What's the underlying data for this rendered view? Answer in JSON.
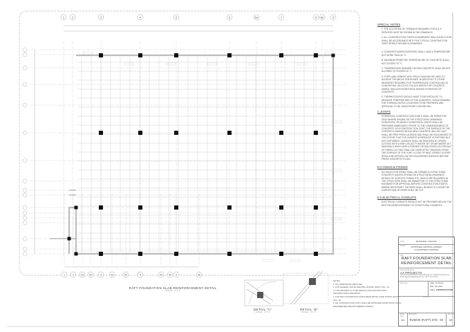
{
  "drawing": {
    "title": "RAFT FOUNDATION SLAB REINFORCEMENT DETAIL",
    "scale": "SCALE - N.T.S",
    "top_grid": [
      "1",
      "2",
      "3",
      "4",
      "5",
      "6",
      "6a",
      "7",
      "8",
      "8a",
      "9"
    ],
    "bottom_grid": [
      "1",
      "2",
      "2a",
      "2b",
      "3",
      "3a",
      "3b",
      "4",
      "4a",
      "4b",
      "5",
      "5a"
    ]
  },
  "details": [
    {
      "label": "DETAIL \"A\"",
      "scale": "SCALE - N.T.S"
    },
    {
      "label": "DETAIL \"B\"",
      "scale": "SCALE - N.T.S"
    }
  ],
  "general_notes": {
    "heading": "NOTES:",
    "items": [
      "1. ALL DIMENSIONS ARE IN MM.",
      "2. FOR GENERAL NOTES SEE DRG. RUWOK (RAFT) STD - 01",
      "3. THIS DRAWING IS TO BE READ IN CONJUNCTION WITH ARCHITECTURAL DRAWINGS.",
      "4. FOR RAFT FOUNDATION SLAB & BEAM DETAILS SEE RUWOK (RAFT) STD - 02",
      "5. ALL CONSTRUCTION JOINT SHALL BE APPROVED FROM STRUCTURAL ENGINEER BEFORE PROCEEDING WORKS."
    ]
  },
  "special_notes": {
    "heading": "SPECIAL NOTES",
    "intro": [
      "1. THE LOCATIONS OF OPENINGS REQUIRED FOR M & E SERVICES MUST BE SHOWN IN THE DRAWINGS.",
      "2. ALL CONSTRUCTION JOINTS IN BASEMENT WALLS AND FLOOR SHALL BE ACCORDANCE WITH THE TYPICAL CONSTRUCTION JOINT DETAILS SHOWN IN DRAWINGS."
    ],
    "items": [
      "A. CONCRETE WHEN DEPOSITED SHALL HAVE A TEMPERATURE NOT MORE THAN 32 °C.",
      "B. MAXIMUM PERMITTED TEMPERATURE OF CONCRETE SHALL NOT EXCEED 70 °C.",
      "C. TEMPERATURE GRADIENT WITHIN CONCRETE SHALL BE NOT ALLOWED TO EXCEED 20 °C.",
      "D. PORTLAND CEMENT WITH SPLICY ASH MAY BE USED TO ACHIEVE THE ABOVE GUIDELINES. IN ADDITION TO OTHER MEASURES REQUIRED FOR TEMPERATURE CONTROLLING IN CONCRETING. AN ICE AS CHILLED WATER FOR CONCRETE MIXING, INSULATION METHODS DURING HYDRATION OF CONCRETE.",
      "E. THERMOCOUPLE SHOULD HAVE TO BE INSTALLED TO MEASURE TEMPERATURE OF THE CONCRETE. SHOW DRAWING FOR THERMOCOUPLE LOCATIONS TO BE PREPARED AND APPROVAL TO BE TAKEN PRIOR CONCRETING."
    ],
    "joints_heading": "C.JOINTS",
    "joints_text": "HORIZONTAL CONSTRUCTION JOINTS SHALL BE PERMITTED ONLY WHERE SHOWN ON THE STRUCTURAL DRAWINGS. HORIZONTAL OR NEARLY HORIZONTAL JOINTS SHALL BE PREPARED IMMEDIATELY PRIOR TO THE COMMENCEMENT OF CONCRETE. AS A CONSTRUCTION JOINT, THE SURFACE OF THE CONCRETE AGAINST WHICH NEW CONCRETE WILL BE CAST SHALL BE FREE FROM LAITANCE AND SHALL BE ROUGHENED TO THE EXTENT THAT THE LARGEST AGGREGATE IS EXPOSED BUT NOT DISTURBED. LAITANCE SHALL BE REMOVED BY GREEN CUTTING WITH A HIGH VELOCITY WATER JET OR AIR-WATER JET. MATERIALS WHICH ARE LOOSENED OR DISLODGED AS A RESULT OF GREEN CUTTING SHALL BE COMPLETELY REMOVED FROM THE SURFACE OF THE JOINT. A COAT OF NEAT CEMENT SLURRY SHOULD BE APPLIED ON THE ROUGHENED SURFACE BEFORE FRESH CONCRETE IS LAID.",
    "holes_heading": "D.0 HOLES & FIXINGS",
    "holes_text": "NO HOLES FOR PIPING SHALL BE FORMED IN STRUCTURAL CONCRETE UNLESS SHOWN ON STRUCTURAL DRAWINGS. DETAILS OF SLEEVES, FORMS ETC. WHICH ARE REQUIRED IN THE STRUCTURE SHALL BE SUBMITTED TO THE STRUCTURAL ENGINEER FOR APPROVAL BEFORE CONSTRUCTION STARTS. WHERE NECESSARY THE BARS SHALL BE BENT TO CLEAR THE SLEEVES AND NO BARS SHALL BE CUT.",
    "electrical_heading": "E.0 ELECTRICAL CONDUITS",
    "electrical_text": "ELECTRICAL CONDUITS SHOULD NOT BE PROVIDED BELOW THE BOTTOM REINFORCEMENT OF STRUCTURAL ELEMENTS."
  },
  "title_block": {
    "client_label": "Client",
    "client": "MUNICIPAL COUNCIL",
    "project_label": "Project",
    "project_line1": "PROPOSED CENTRAL MARKET",
    "project_line2": "& QUARTERS COMPLEX",
    "title_label": "Title",
    "title_line1": "RAFT FOUNDATION SLAB",
    "title_line2": "REINFORCEMENT DETAIL",
    "consultant_label": "Structural Engineer",
    "consultant": "AA PROJECTS",
    "consultant_info": "Structural Engineering & Project Management. Faculty of Engineering. Email: aaprojects@gmail.com  Tel: +94 77 XXX XXXX",
    "approved_label": "Approved",
    "scale_label": "Scale",
    "scale": "As Shown",
    "date_label": "Date",
    "date": "Nov 2020",
    "status_label": "Status",
    "status": "CONSTRUCTION",
    "rev_header": "Revision",
    "sheet_size_label": "Sheet Size",
    "sheet_size": "A1",
    "drawing_no_label": "Drawing No",
    "drawing_no": "RUWOK (RAFT) STD - 04",
    "rev_label": "Rev. No",
    "rev": "00"
  }
}
